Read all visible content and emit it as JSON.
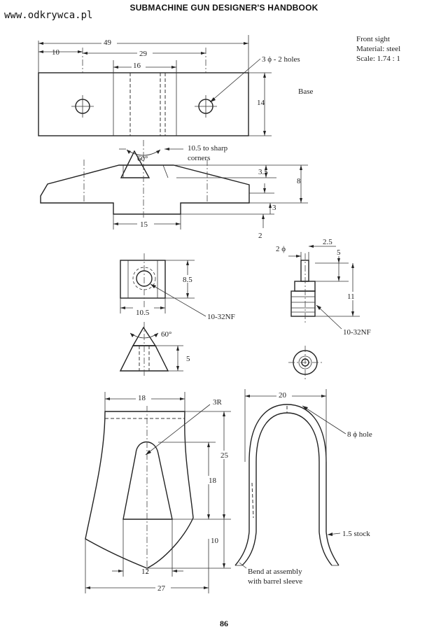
{
  "header": {
    "title": "SUBMACHINE GUN DESIGNER'S HANDBOOK"
  },
  "watermark": "www.odkrywca.pl",
  "notes": {
    "line1": "Front sight",
    "line2": "Material: steel",
    "line3": "Scale: 1.74 : 1"
  },
  "page_number": "86",
  "labels": {
    "base": "Base",
    "dim_10": "10",
    "dim_49": "49",
    "dim_29": "29",
    "dim_16": "16",
    "holes": "3 ϕ - 2 holes",
    "dim_14": "14",
    "angle_60_a": "60°",
    "sharp_line1": "10.5 to sharp",
    "sharp_line2": "corners",
    "dim_3_5": "3.5",
    "dim_8": "8",
    "dim_3": "3",
    "dim_15": "15",
    "dim_2": "2",
    "dim_2phi": "2 ϕ",
    "dim_2_5": "2.5",
    "dim_5_pin": "5",
    "dim_11": "11",
    "thread_pin": "10-32NF",
    "dim_8_5": "8.5",
    "dim_10_5": "10.5",
    "thread_block": "10-32NF",
    "angle_60_b": "60°",
    "dim_5_tri": "5",
    "dim_18_top": "18",
    "radius_3r": "3R",
    "dim_25": "25",
    "dim_18_side": "18",
    "dim_10_side": "10",
    "dim_12": "12",
    "dim_27": "27",
    "dim_20": "20",
    "hole_8": "8 ϕ hole",
    "stock": "1.5 stock",
    "bend_line1": "Bend at assembly",
    "bend_line2": "with barrel sleeve"
  }
}
